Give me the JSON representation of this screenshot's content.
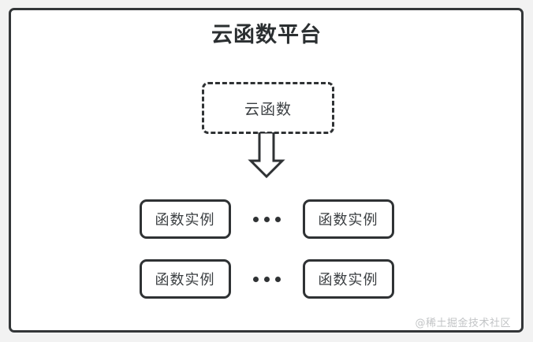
{
  "diagram": {
    "type": "block-diagram",
    "title": "云函数平台",
    "frame": {
      "border_color": "#333638",
      "background": "#ffffff"
    },
    "cloud_function_node": {
      "label": "云函数",
      "style": "dashed",
      "border_color": "#2f3234"
    },
    "arrow": {
      "name": "down-arrow",
      "direction": "down",
      "style": "hollow-outline",
      "color": "#2f3234"
    },
    "rows": [
      {
        "left_instance": "函数实例",
        "ellipsis": "•••",
        "right_instance": "函数实例"
      },
      {
        "left_instance": "函数实例",
        "ellipsis": "•••",
        "right_instance": "函数实例"
      }
    ],
    "watermark": "@稀土掘金技术社区",
    "colors": {
      "page_background": "#f2f2f2",
      "stroke": "#2f3234",
      "title_text": "#2b2f31",
      "label_text": "#3b3f42",
      "watermark_text": "#c2c4c6"
    }
  }
}
